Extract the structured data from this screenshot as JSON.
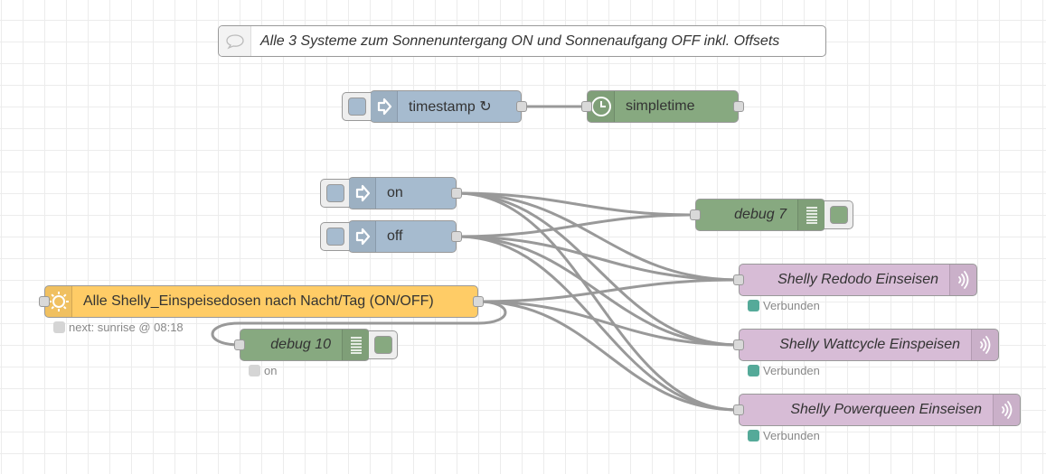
{
  "canvas": {
    "grid_color": "#ececec",
    "wire_color": "#999999"
  },
  "comment": {
    "text": "Alle 3 Systeme zum Sonnenuntergang ON und Sonnenaufgang OFF inkl. Offsets",
    "icon": "comment-icon"
  },
  "nodes": {
    "timestamp": {
      "label": "timestamp ↻",
      "type": "inject",
      "icon": "arrow-right-icon",
      "color": "#a6bbcf"
    },
    "simpletime": {
      "label": "simpletime",
      "type": "simpletime",
      "icon": "clock-icon",
      "color": "#87a980"
    },
    "on": {
      "label": "on",
      "type": "inject",
      "icon": "arrow-right-icon",
      "color": "#a6bbcf"
    },
    "off": {
      "label": "off",
      "type": "inject",
      "icon": "arrow-right-icon",
      "color": "#a6bbcf"
    },
    "debug7": {
      "label": "debug 7",
      "type": "debug",
      "icon": "list-icon",
      "color": "#87a980"
    },
    "sunrise": {
      "label": "Alle Shelly_Einspeisedosen nach Nacht/Tag (ON/OFF)",
      "type": "sunrise",
      "icon": "sun-icon",
      "color": "#ffcc66",
      "status": "next: sunrise @ 08:18"
    },
    "debug10": {
      "label": "debug 10",
      "type": "debug",
      "icon": "list-icon",
      "color": "#87a980",
      "status": "on"
    },
    "shelly_redodo": {
      "label": "Shelly Redodo Einseisen",
      "type": "mqtt-out",
      "icon": "wifi-icon",
      "color": "#d7bcd6",
      "status": "Verbunden"
    },
    "shelly_wattcycle": {
      "label": "Shelly Wattcycle Einspeisen",
      "type": "mqtt-out",
      "icon": "wifi-icon",
      "color": "#d7bcd6",
      "status": "Verbunden"
    },
    "shelly_powerqueen": {
      "label": "Shelly Powerqueen Einseisen",
      "type": "mqtt-out",
      "icon": "wifi-icon",
      "color": "#d7bcd6",
      "status": "Verbunden"
    }
  },
  "wires": [
    [
      "timestamp",
      "simpletime"
    ],
    [
      "on",
      "debug7"
    ],
    [
      "on",
      "shelly_redodo"
    ],
    [
      "on",
      "shelly_wattcycle"
    ],
    [
      "on",
      "shelly_powerqueen"
    ],
    [
      "off",
      "debug7"
    ],
    [
      "off",
      "shelly_redodo"
    ],
    [
      "off",
      "shelly_wattcycle"
    ],
    [
      "off",
      "shelly_powerqueen"
    ],
    [
      "sunrise",
      "shelly_redodo"
    ],
    [
      "sunrise",
      "shelly_wattcycle"
    ],
    [
      "sunrise",
      "shelly_powerqueen"
    ],
    [
      "sunrise",
      "debug10"
    ]
  ]
}
